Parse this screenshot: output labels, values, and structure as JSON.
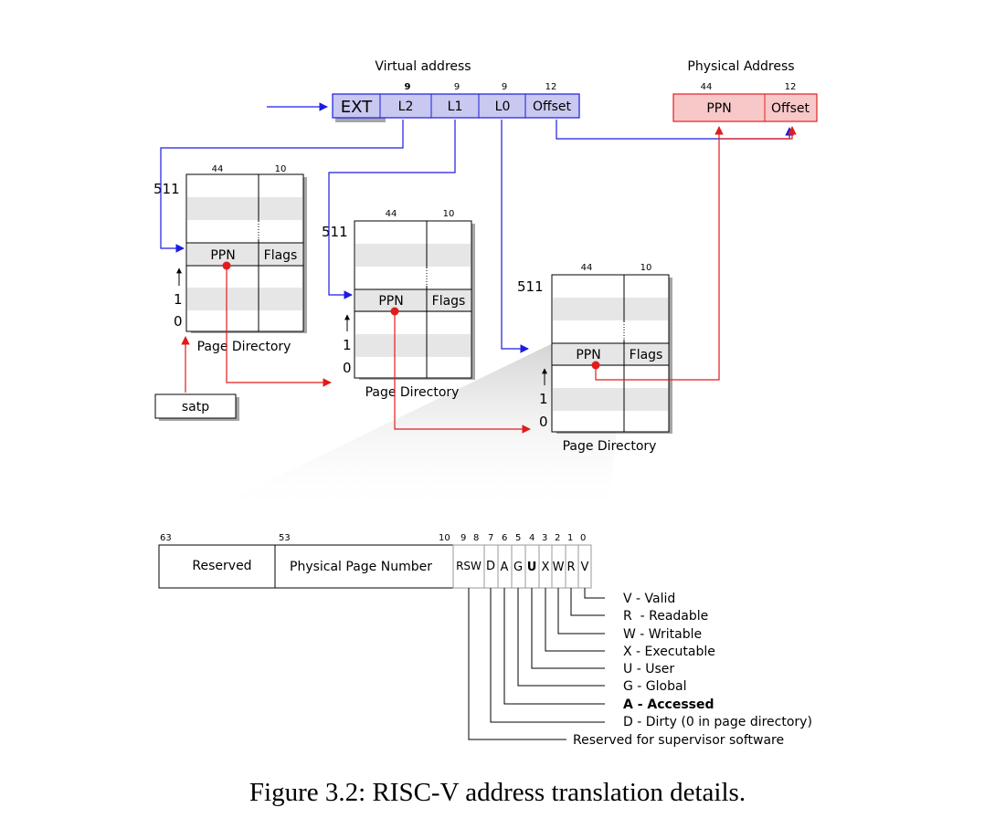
{
  "virtual_address": {
    "title": "Virtual address",
    "fields": [
      {
        "label": "EXT",
        "bits": ""
      },
      {
        "label": "L2",
        "bits": "9"
      },
      {
        "label": "L1",
        "bits": "9"
      },
      {
        "label": "L0",
        "bits": "9"
      },
      {
        "label": "Offset",
        "bits": "12"
      }
    ]
  },
  "physical_address": {
    "title": "Physical Address",
    "fields": [
      {
        "label": "PPN",
        "bits": "44"
      },
      {
        "label": "Offset",
        "bits": "12"
      }
    ]
  },
  "page_directory": {
    "label": "Page Directory",
    "ppn_label": "PPN",
    "flags_label": "Flags",
    "ppn_bits": "44",
    "flags_bits": "10",
    "index_top": "511",
    "index_one": "1",
    "index_zero": "0"
  },
  "satp": {
    "label": "satp"
  },
  "pte": {
    "bit_positions": [
      "63",
      "53",
      "10",
      "9",
      "8",
      "7",
      "6",
      "5",
      "4",
      "3",
      "2",
      "1",
      "0"
    ],
    "reserved_label": "Reserved",
    "ppn_label": "Physical Page Number",
    "rsw_label": "RSW",
    "flag_letters": [
      "D",
      "A",
      "G",
      "U",
      "X",
      "W",
      "R",
      "V"
    ],
    "legend": [
      {
        "text": "V - Valid"
      },
      {
        "text": "R  - Readable"
      },
      {
        "text": "W - Writable"
      },
      {
        "text": "X - Executable"
      },
      {
        "text": "U - User"
      },
      {
        "text": "G - Global"
      },
      {
        "text": "A - Accessed"
      },
      {
        "text": "D - Dirty (0 in page directory)"
      },
      {
        "text": "Reserved for supervisor software"
      }
    ]
  },
  "caption": "Figure 3.2: RISC-V address translation details.",
  "colors": {
    "va_fill": "#c8c8f0",
    "va_stroke": "#1c1ce0",
    "pa_fill": "#f8c8c8",
    "pa_stroke": "#e02020",
    "blue_arrow": "#1c1ce0",
    "red_arrow": "#e01c1c",
    "stripe": "#e6e6e6"
  }
}
